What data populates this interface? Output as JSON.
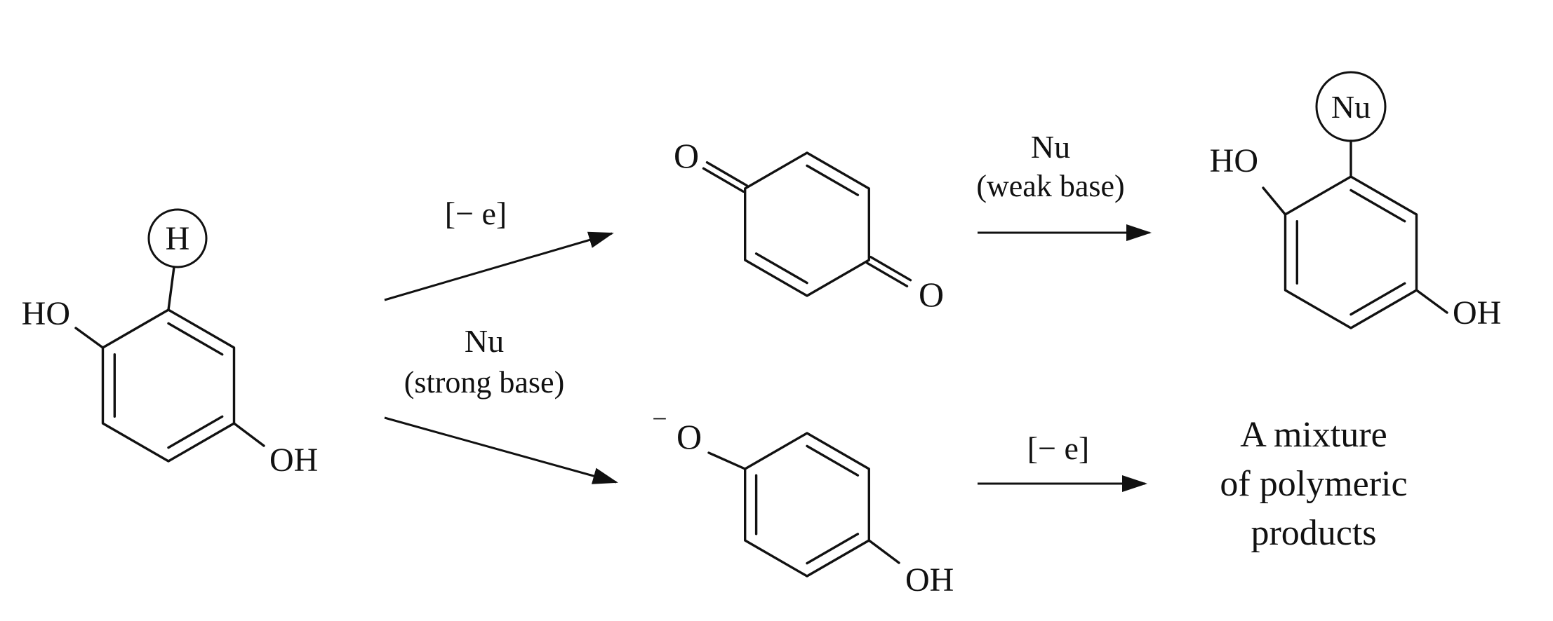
{
  "scheme": {
    "reactant": {
      "ho": "HO",
      "oh": "OH",
      "circled_atom": "H"
    },
    "oxidation_top": {
      "label": "[− e]"
    },
    "quinone": {
      "o_upper": "O",
      "o_lower": "O"
    },
    "weak_base_step": {
      "nucleophile": "Nu",
      "condition": "(weak base)"
    },
    "substituted_product": {
      "ho": "HO",
      "oh": "OH",
      "circled_atom": "Nu"
    },
    "strong_base_step": {
      "nucleophile": "Nu",
      "condition": "(strong base)"
    },
    "phenolate": {
      "charge": "−",
      "o": "O",
      "oh": "OH"
    },
    "oxidation_bottom": {
      "label": "[− e]"
    },
    "polymer_note": {
      "line1": "A mixture",
      "line2": "of polymeric",
      "line3": "products"
    }
  }
}
